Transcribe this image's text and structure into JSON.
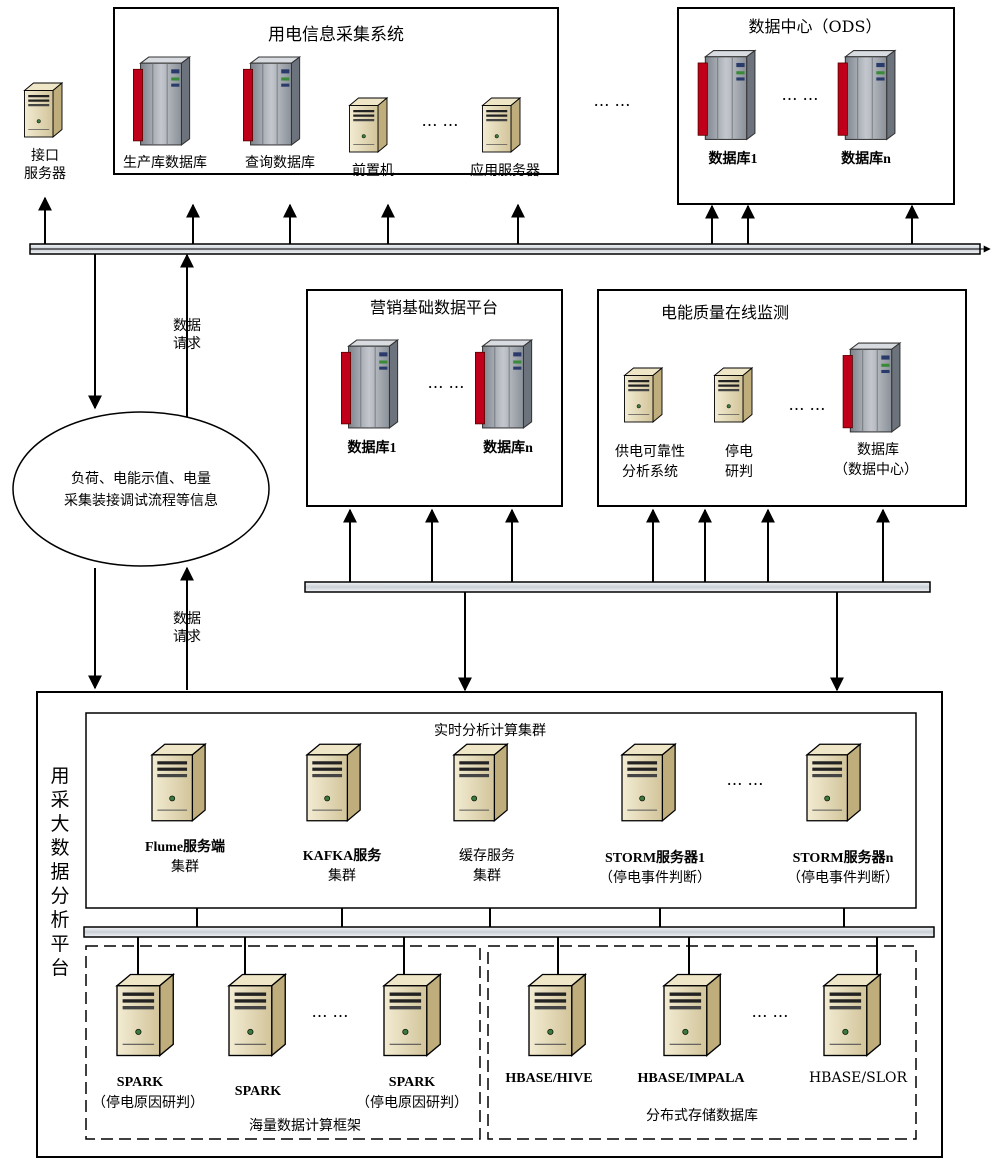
{
  "colors": {
    "line": "#000000",
    "bus_fill": "#d9dde3",
    "cabinet_red": "#c0001a",
    "cabinet_gray": "#9aa0a8",
    "server_beige": "#e7dcb8"
  },
  "top": {
    "interface_server": {
      "line1": "接口",
      "line2": "服务器"
    },
    "collection_system": {
      "title": "用电信息采集系统",
      "items": [
        "生产库数据库",
        "查询数据库",
        "前置机",
        "应用服务器"
      ],
      "ellipsis": "… …"
    },
    "mid_ellipsis": "… …",
    "data_center": {
      "title": "数据中心（ODS）",
      "items": [
        "数据库1",
        "数据库n"
      ],
      "ellipsis": "… …"
    }
  },
  "left": {
    "request_top": {
      "line1": "数据",
      "line2": "请求"
    },
    "info_ellipse": {
      "line1": "负荷、电能示值、电量",
      "line2": "采集装接调试流程等信息"
    },
    "request_bottom": {
      "line1": "数据",
      "line2": "请求"
    }
  },
  "middle": {
    "marketing_platform": {
      "title": "营销基础数据平台",
      "items": [
        "数据库1",
        "数据库n"
      ],
      "ellipsis": "… …"
    },
    "power_quality": {
      "title": "电能质量在线监测",
      "reliability": {
        "line1": "供电可靠性",
        "line2": "分析系统"
      },
      "outage": {
        "line1": "停电",
        "line2": "研判"
      },
      "ellipsis": "… …",
      "database": {
        "line1": "数据库",
        "line2": "（数据中心）"
      }
    }
  },
  "platform": {
    "side_title": [
      "用",
      "采",
      "大",
      "数",
      "据",
      "分",
      "析",
      "平",
      "台"
    ],
    "realtime_cluster": {
      "title": "实时分析计算集群",
      "flume": {
        "line1": "Flume服务端",
        "line2": "集群"
      },
      "kafka": {
        "line1": "KAFKA服务",
        "line2": "集群"
      },
      "cache": {
        "line1": "缓存服务",
        "line2": "集群"
      },
      "storm1": {
        "line1": "STORM服务器1",
        "line2": "（停电事件判断）"
      },
      "ellipsis": "… …",
      "stormn": {
        "line1": "STORM服务器n",
        "line2": "（停电事件判断）"
      }
    },
    "compute_framework": {
      "title": "海量数据计算框架",
      "spark1": {
        "line1": "SPARK",
        "line2": "（停电原因研判）"
      },
      "spark2": "SPARK",
      "ellipsis": "… …",
      "spark3": {
        "line1": "SPARK",
        "line2": "（停电原因研判）"
      }
    },
    "storage": {
      "title": "分布式存储数据库",
      "hive": "HBASE/HIVE",
      "impala": "HBASE/IMPALA",
      "ellipsis": "… …",
      "slor": "HBASE/SLOR"
    }
  }
}
